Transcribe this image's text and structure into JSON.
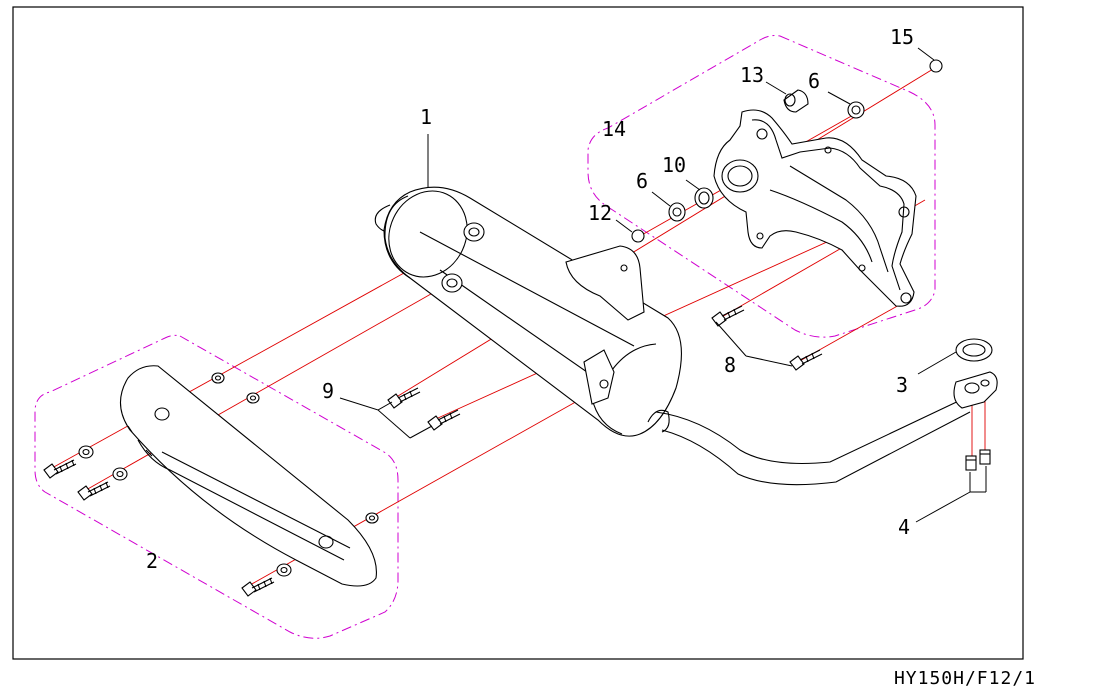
{
  "drawing_code": "HY150H/F12/1",
  "callouts": [
    "1",
    "2",
    "3",
    "4",
    "6",
    "6",
    "8",
    "9",
    "10",
    "12",
    "13",
    "14",
    "15"
  ],
  "colors": {
    "frame": "#000000",
    "assembly_lines": "#e00000",
    "group_outline": "#d000d0"
  }
}
